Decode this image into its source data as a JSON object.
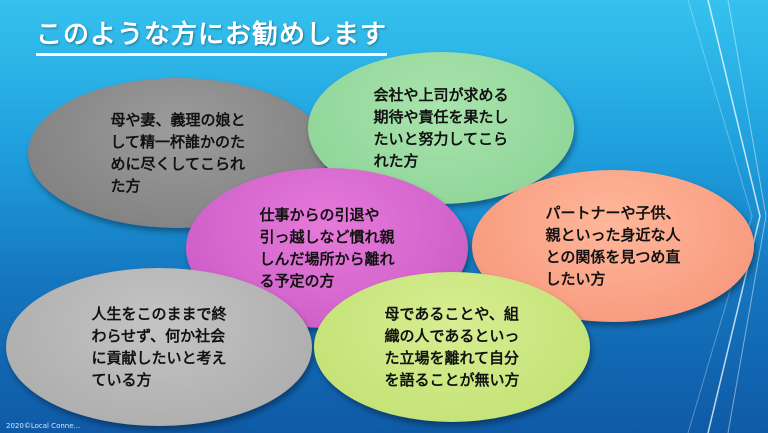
{
  "title": "このような方にお勧めします",
  "bubbles": [
    {
      "text": "母や妻、義理の娘と\nして精一杯誰かのた\nめに尽くしてこられ\nた方",
      "color": "#8a8a8a"
    },
    {
      "text": "会社や上司が求める\n期待や責任を果たし\nたいと努力してこら\nれた方",
      "color": "#97d99f"
    },
    {
      "text": "仕事からの引退や\n引っ越しなど慣れ親\nしんだ場所から離れ\nる予定の方",
      "color": "#d866cf"
    },
    {
      "text": "パートナーや子供、\n親といった身近な人\nとの関係を見つめ直\nしたい方",
      "color": "#f9a386"
    },
    {
      "text": "人生をこのままで終\nわらせず、何か社会\nに貢献したいと考え\nている方",
      "color": "#b6b6b6"
    },
    {
      "text": "母であることや、組\n織の人であるといっ\nた立場を離れて自分\nを語ることが無い方",
      "color": "#cbe680"
    }
  ],
  "footer": "2020©Local Conne..."
}
